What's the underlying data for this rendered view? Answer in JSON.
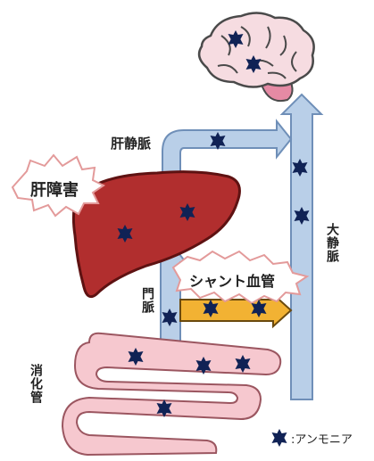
{
  "labels": {
    "hepatic_vein": "肝静脈",
    "liver_damage": "肝障害",
    "portal_vein": "門脈",
    "shunt_vessel": "シャント血管",
    "vena_cava": "大静脈",
    "digestive_tract": "消化管"
  },
  "legend": {
    "text": ":アンモニア"
  },
  "colors": {
    "vessel_fill": "#b9cfe8",
    "vessel_stroke": "#6f8fb8",
    "liver_fill": "#b12e2e",
    "liver_stroke": "#5e1212",
    "intestine_fill": "#f6c8cf",
    "intestine_stroke": "#9b5660",
    "brain_fill": "#f6dce1",
    "brain_stroke": "#4a4a4a",
    "brainstem_fill": "#e58aa4",
    "shunt_fill": "#f2b233",
    "ammonia": "#102255"
  }
}
